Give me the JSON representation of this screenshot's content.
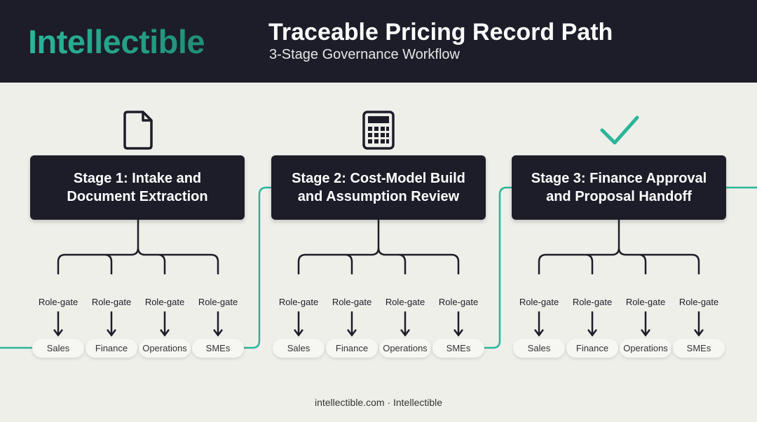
{
  "brand": "Intellectible",
  "title": "Traceable Pricing Record Path",
  "subtitle": "3-Stage Governance Workflow",
  "colors": {
    "accent": "#2bb59a",
    "dark": "#1c1d28",
    "background": "#efefea"
  },
  "stages": [
    {
      "label": "Stage 1: Intake and Document Extraction",
      "icon": "document-icon"
    },
    {
      "label": "Stage 2: Cost-Model Build and Assumption Review",
      "icon": "calculator-icon"
    },
    {
      "label": "Stage 3: Finance Approval and Proposal Handoff",
      "icon": "checkmark-icon"
    }
  ],
  "gate_label": "Role-gate",
  "roles": [
    "Sales",
    "Finance",
    "Operations",
    "SMEs"
  ],
  "footer": "intellectible.com · Intellectible"
}
